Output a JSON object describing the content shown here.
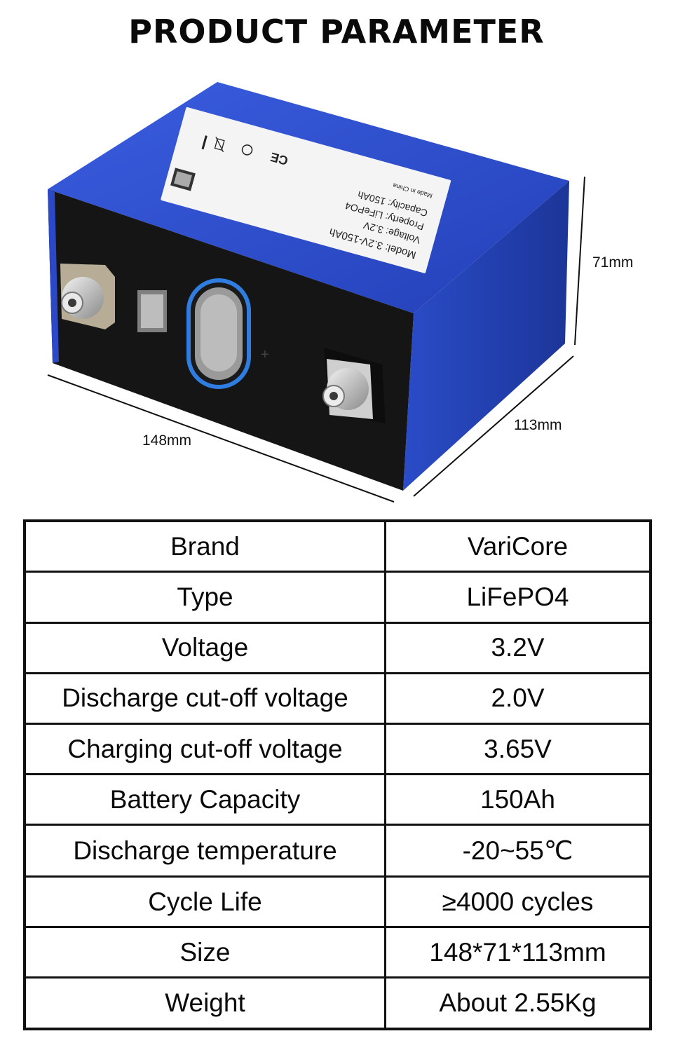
{
  "title": "PRODUCT PARAMETER",
  "product_image": {
    "label": {
      "model": "Model: 3.2V-150Ah",
      "voltage": "Voltage: 3.2V",
      "property": "Property: LiFePO4",
      "capacity": "Capacity: 150Ah",
      "origin": "Made in China",
      "marks": "CE"
    },
    "terminal_mark": "+",
    "colors": {
      "casing": "#2a48c8",
      "end_cap": "#151515",
      "label": "#f4f4f4",
      "vent_ring": "#2f7de0"
    }
  },
  "dimensions": {
    "length": "148mm",
    "width": "113mm",
    "height": "71mm"
  },
  "spec_table": [
    {
      "key": "Brand",
      "value": "VariCore"
    },
    {
      "key": "Type",
      "value": "LiFePO4"
    },
    {
      "key": "Voltage",
      "value": "3.2V"
    },
    {
      "key": "Discharge cut-off voltage",
      "value": "2.0V"
    },
    {
      "key": "Charging cut-off voltage",
      "value": "3.65V"
    },
    {
      "key": "Battery Capacity",
      "value": "150Ah"
    },
    {
      "key": "Discharge temperature",
      "value": "-20~55℃"
    },
    {
      "key": "Cycle Life",
      "value": "≥4000 cycles"
    },
    {
      "key": "Size",
      "value": "148*71*113mm"
    },
    {
      "key": "Weight",
      "value": "About 2.55Kg"
    }
  ]
}
